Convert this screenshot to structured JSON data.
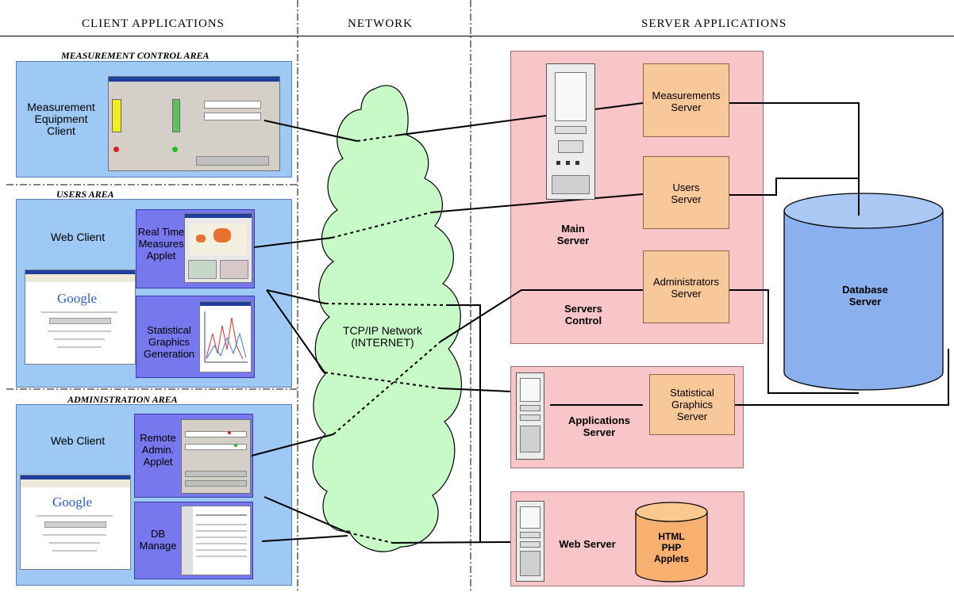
{
  "headers": {
    "client": "CLIENT APPLICATIONS",
    "network": "NETWORK",
    "server": "SERVER APPLICATIONS"
  },
  "areas": {
    "measurement": "MEASUREMENT CONTROL AREA",
    "users": "USERS AREA",
    "admin": "ADMINISTRATION AREA"
  },
  "clients": {
    "measurement_equipment": [
      "Measurement",
      "Equipment",
      "Client"
    ],
    "web_client_users": "Web Client",
    "real_time": [
      "Real Time",
      "Measures",
      "Applet"
    ],
    "statistical_generation": [
      "Statistical",
      "Graphics",
      "Generation"
    ],
    "web_client_admin": "Web Client",
    "remote_admin": [
      "Remote",
      "Admin.",
      "Applet"
    ],
    "db_manage": [
      "DB",
      "Manage"
    ]
  },
  "network": {
    "cloud_label": [
      "TCP/IP Network",
      "(INTERNET)"
    ]
  },
  "servers": {
    "main_server": [
      "Main",
      "Server"
    ],
    "servers_control": [
      "Servers",
      "Control"
    ],
    "measurements_server": [
      "Measurements",
      "Server"
    ],
    "users_server": [
      "Users",
      "Server"
    ],
    "administrators_server": [
      "Administrators",
      "Server"
    ],
    "database_server": [
      "Database",
      "Server"
    ],
    "applications_server": [
      "Applications",
      "Server"
    ],
    "statistical_graphics_server": [
      "Statistical",
      "Graphics",
      "Server"
    ],
    "web_server": "Web Server",
    "web_content": [
      "HTML",
      "PHP",
      "Applets"
    ]
  },
  "screenshot_logo": "Google"
}
